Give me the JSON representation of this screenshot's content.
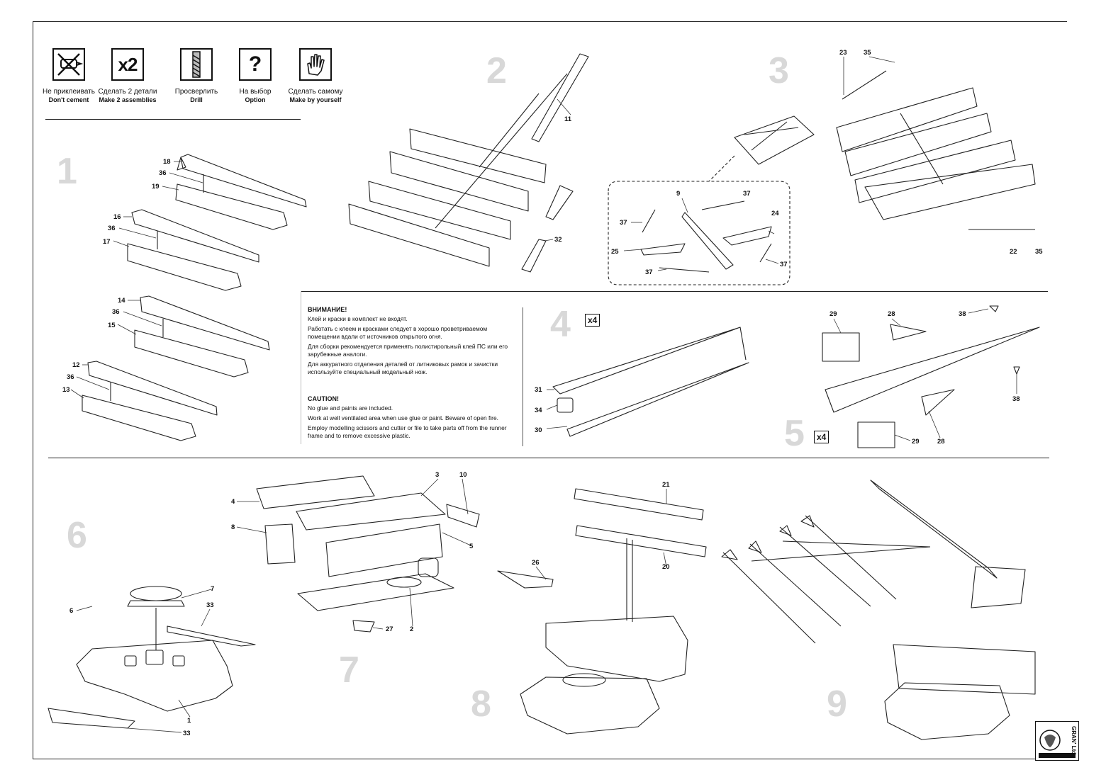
{
  "legend": [
    {
      "ru": "Не приклеивать",
      "en": "Don't cement",
      "icon": "no-glue-icon"
    },
    {
      "ru": "Сделать 2 детали",
      "en": "Make 2 assemblies",
      "icon_text": "x2",
      "icon": "x2-icon"
    },
    {
      "ru": "Просверлить",
      "en": "Drill",
      "icon": "drill-icon"
    },
    {
      "ru": "На выбор",
      "en": "Option",
      "icon_text": "?",
      "icon": "question-icon"
    },
    {
      "ru": "Сделать самому",
      "en": "Make by yourself",
      "icon": "hand-icon"
    }
  ],
  "steps": [
    "1",
    "2",
    "3",
    "4",
    "5",
    "6",
    "7",
    "8",
    "9"
  ],
  "multipliers": {
    "step4": "x4",
    "step5": "x4"
  },
  "notes": {
    "ru_title": "ВНИМАНИЕ!",
    "ru_lines": [
      "Клей и краски в комплект не входят.",
      "Работать с клеем и красками следует в хорошо проветриваемом помещении вдали от источников открытого огня.",
      "Для сборки рекомендуется применять полистирольный клей ПС или его зарубежные аналоги.",
      "Для аккуратного отделения деталей от литниковых рамок и зачистки используйте специальный модельный нож."
    ],
    "en_title": "CAUTION!",
    "en_lines": [
      "No glue and paints are included.",
      "Work at well ventilated area when use glue or paint. Beware of open fire.",
      "Employ modelling scissors and cutter or file to take parts off from the runner frame and to remove excessive plastic."
    ]
  },
  "part_labels": {
    "s1": [
      "18",
      "36",
      "19",
      "16",
      "36",
      "17",
      "14",
      "36",
      "15",
      "12",
      "36",
      "13"
    ],
    "s2": [
      "11",
      "32"
    ],
    "s3": [
      "23",
      "35",
      "9",
      "37",
      "24",
      "37",
      "25",
      "37",
      "37",
      "22",
      "35"
    ],
    "s4": [
      "31",
      "34",
      "30"
    ],
    "s5": [
      "29",
      "28",
      "38",
      "38",
      "29",
      "28"
    ],
    "s6": [
      "7",
      "6",
      "33",
      "1",
      "33"
    ],
    "s7": [
      "3",
      "10",
      "4",
      "8",
      "5",
      "2",
      "27"
    ],
    "s8": [
      "21",
      "26",
      "20"
    ]
  },
  "logo": {
    "text": "GRAN' Ltd",
    "icon": "gran-logo-icon"
  }
}
